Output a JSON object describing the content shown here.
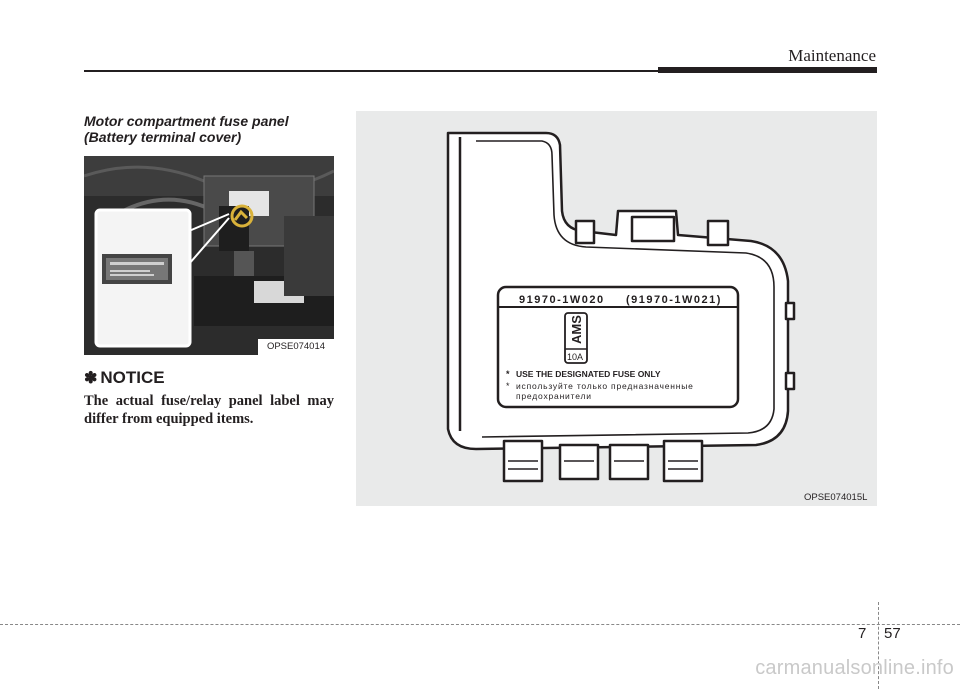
{
  "header": {
    "section": "Maintenance"
  },
  "left": {
    "subheading_line1": "Motor compartment fuse panel",
    "subheading_line2": "(Battery terminal cover)",
    "photo_caption": "OPSE074014",
    "notice": {
      "title": "NOTICE",
      "body": "The actual fuse/relay panel label may differ from equipped items."
    }
  },
  "figure": {
    "part_number": "91970-1W020",
    "alt_part_number": "(91970-1W021)",
    "fuse_name": "AMS",
    "fuse_rating": "10A",
    "warning_en": "USE THE DESIGNATED FUSE ONLY",
    "warning_ru_line1": "используйте только предназначенные",
    "warning_ru_line2": "предохранители",
    "caption": "OPSE074015L"
  },
  "footer": {
    "chapter": "7",
    "page": "57",
    "watermark": "carmanualsonline.info"
  }
}
